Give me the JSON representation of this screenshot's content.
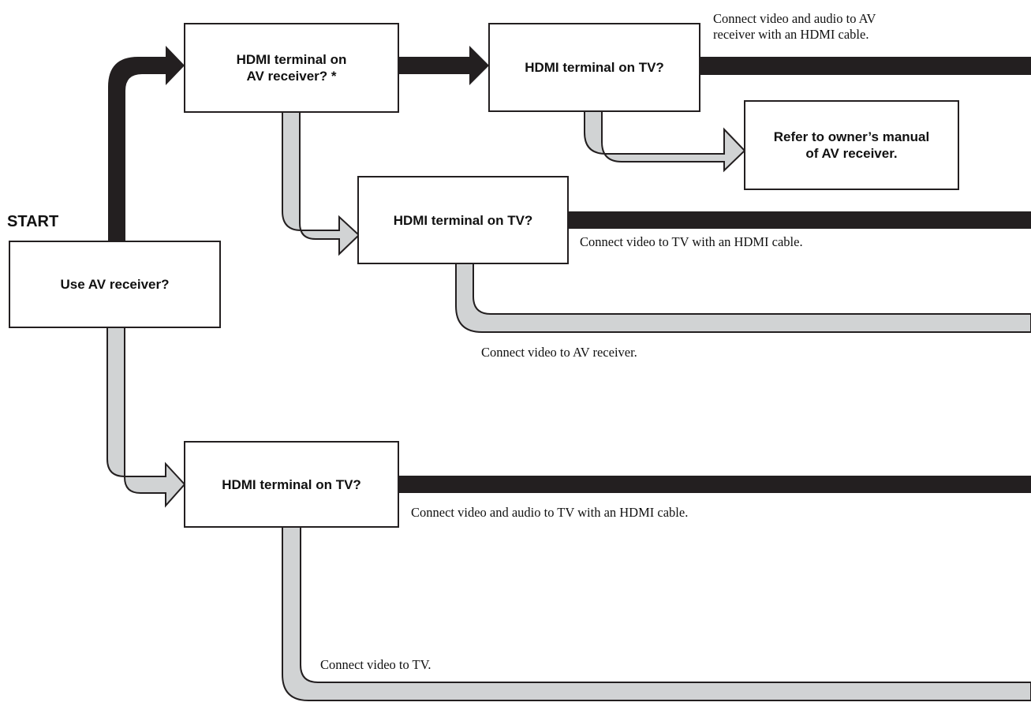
{
  "start_label": "START",
  "colors": {
    "yes_path": "#231f20",
    "no_path": "#d1d3d4",
    "outline": "#231f20"
  },
  "boxes": {
    "use_av": "Use AV receiver?",
    "hdmi_av": "HDMI terminal on\nAV receiver? *",
    "hdmi_tv_1": "HDMI terminal on TV?",
    "refer": "Refer to owner’s manual\nof AV receiver.",
    "hdmi_tv_2": "HDMI terminal on TV?",
    "hdmi_tv_3": "HDMI terminal on TV?"
  },
  "labels": {
    "av_hdmi": "Connect video and audio to AV\nreceiver with an HDMI cable.",
    "tv_hdmi_video": "Connect video to TV with an HDMI cable.",
    "av_video": "Connect video to AV receiver.",
    "tv_hdmi_av": "Connect video and audio to TV with an HDMI cable.",
    "tv_video": "Connect video to TV."
  }
}
